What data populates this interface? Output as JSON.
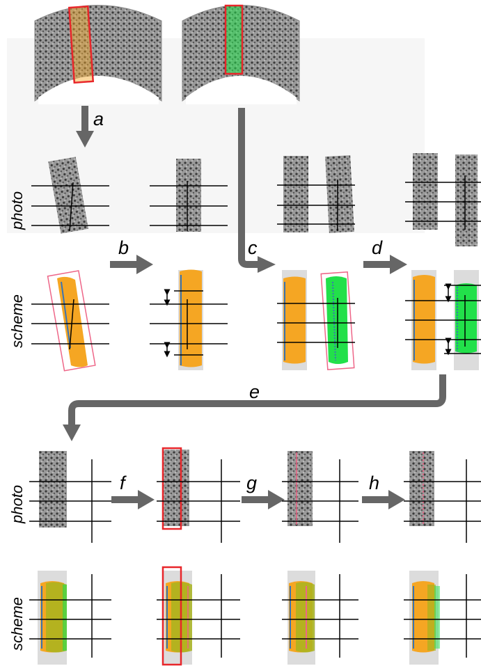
{
  "step_labels": {
    "a": "a",
    "b": "b",
    "c": "c",
    "d": "d",
    "e": "e",
    "f": "f",
    "g": "g",
    "h": "h"
  },
  "row_labels": {
    "photo_top": "photo",
    "scheme_top": "scheme",
    "photo_bottom": "photo",
    "scheme_bottom": "scheme"
  },
  "colors": {
    "arrow": "#666666",
    "outline_red": "#e8262a",
    "fill_orange": "#f5a623",
    "fill_green": "#22e04a",
    "fill_olive": "#a8b41e",
    "fill_pink": "#ee6688",
    "band_gray": "#d8d8d8",
    "blue_line": "#3a74b4",
    "ring_gray": "#9a9a9a",
    "photo_gray": "#8a8a8a",
    "panel_bg": "#f6f6f6"
  }
}
